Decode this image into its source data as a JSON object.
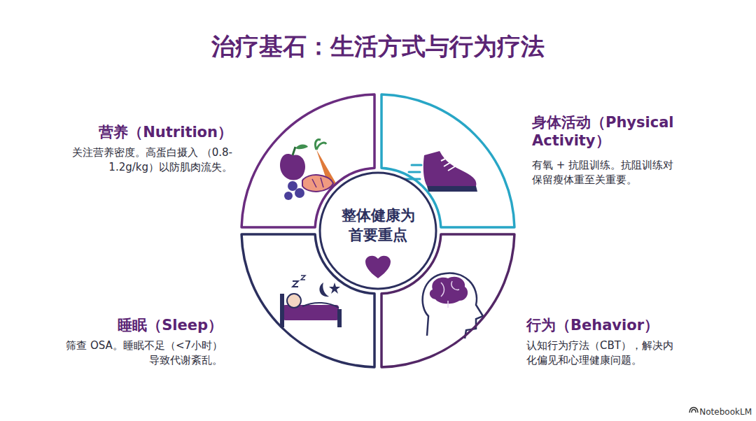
{
  "diagram": {
    "title": "治疗基石：生活方式与行为疗法",
    "nodes": [
      {
        "text": [
          "营养（Nutrition）",
          "关注营养密度。高蛋白摄入 （0.8-1.2g/kg）以防肌肉流失。"
        ]
      },
      {
        "text": [
          "身体活动（Physical Activity）",
          "有氧 + 抗阻训练。抗阻训练对 保留瘦体重至关重要。"
        ]
      },
      {
        "text": [
          "整体健康为 首要重点"
        ]
      },
      {
        "text": [
          "睡眠（Sleep）",
          "筛查 OSA。睡眠不足（<7小时） 导致代谢紊乱。"
        ]
      },
      {
        "text": [
          "行为（Behavior）",
          "认知行为疗法（CBT），解决内 化偏见和心理健康问题。"
        ]
      }
    ],
    "labels": [
      "NotebookLM"
    ]
  }
}
